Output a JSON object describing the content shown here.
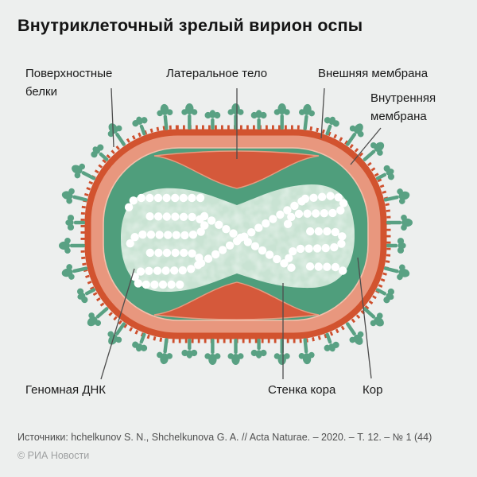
{
  "title": "Внутриклеточный зрелый вирион оспы",
  "labels": {
    "surface_proteins": "Поверхностные белки",
    "lateral_body": "Латеральное тело",
    "outer_membrane": "Внешняя мембрана",
    "inner_membrane": "Внутренняя мембрана",
    "genomic_dna": "Геномная ДНК",
    "core_wall": "Стенка кора",
    "core": "Кор"
  },
  "footer": {
    "sources": "Источники: hchelkunov S. N., Shchelkunova G. A. // Acta Naturae. – 2020. – Т. 12. – № 1 (44)",
    "copyright": "© РИА Новости"
  },
  "colors": {
    "bg": "#edefee",
    "title_black": "#141414",
    "text_dark": "#1a1a1a",
    "serration_red": "#ce4f2d",
    "ring_red": "#d2532f",
    "band_salmon": "#e8977e",
    "lateral_body_red": "#d5593b",
    "dome_stroke": "#e89b80",
    "inner_membrane_line": "#f3c0ac",
    "core_green": "#4f9e7c",
    "interior_green": "#c9e3d3",
    "bead_white": "#ffffff",
    "protein_green": "#59a183",
    "leader_gray": "#4d4d4d",
    "source_gray": "#4f4f4f",
    "copyright_gray": "#9ea0a1"
  }
}
